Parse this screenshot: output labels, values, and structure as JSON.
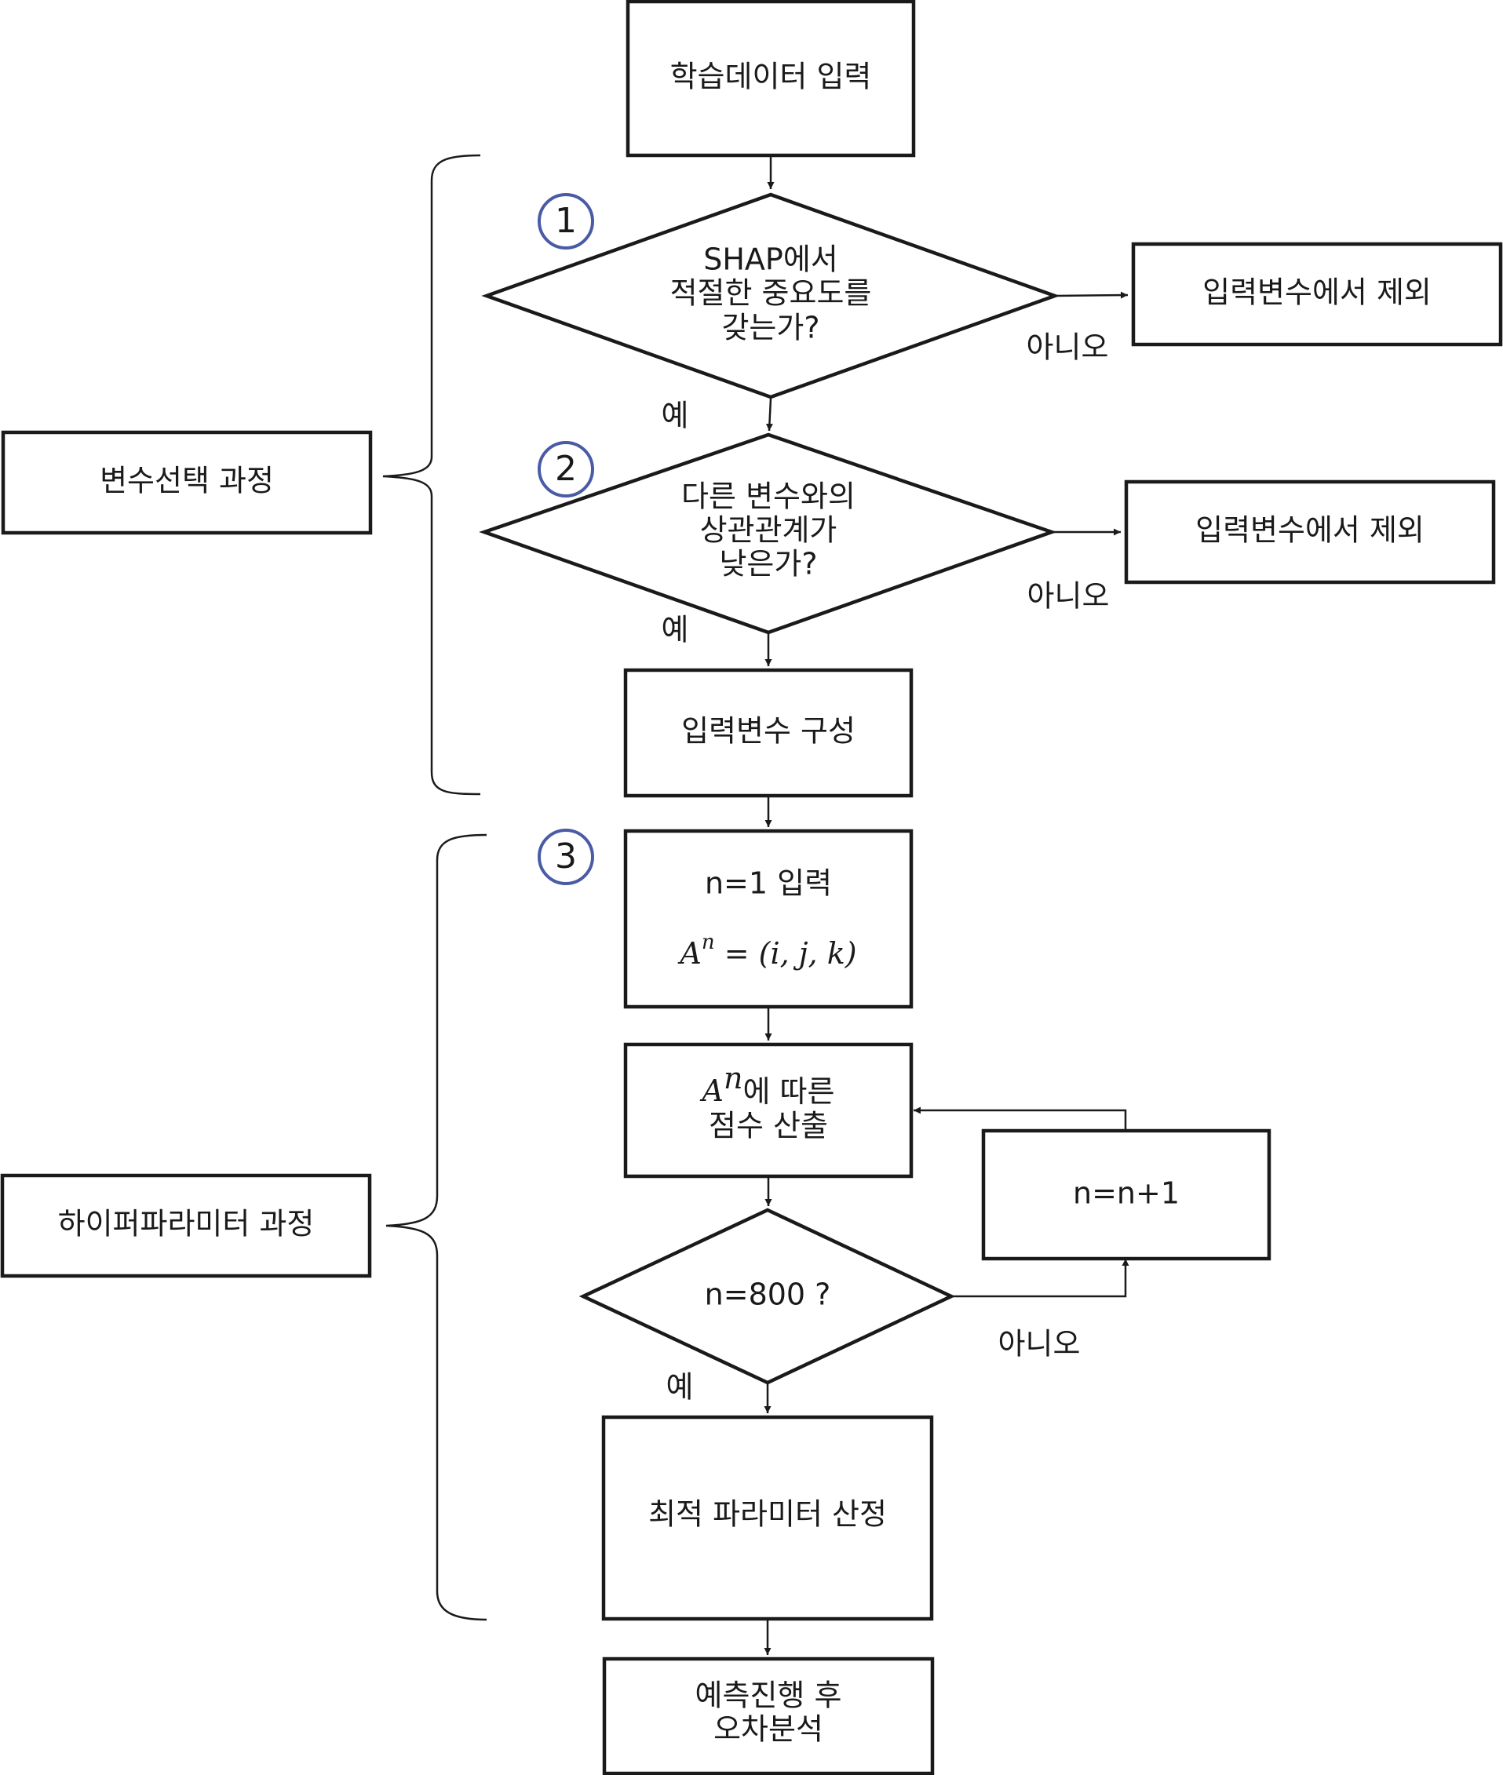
{
  "nodes": {
    "input_data": "학습데이터 입력",
    "shap_check": [
      "SHAP에서",
      "적절한 중요도를",
      "갖는가?"
    ],
    "exclude_1": "입력변수에서 제외",
    "corr_check": [
      "다른 변수와의",
      "상관관계가",
      "낮은가?"
    ],
    "exclude_2": "입력변수에서 제외",
    "compose_inputs": "입력변수 구성",
    "n_init": "n=1 입력",
    "n_init_formula": "A",
    "n_init_formula_sup": "n",
    "n_init_formula_rest": " = (i, j, k)",
    "score_math": "A",
    "score_math_sup": "n",
    "score_line1_rest": "에 따른",
    "score_line2": "점수 산출",
    "n_increment": "n=n+1",
    "n_check": "n=800 ?",
    "optimal": "최적 파라미터 산정",
    "predict": [
      "예측진행 후",
      "오차분석"
    ]
  },
  "groups": {
    "variable_selection": "변수선택 과정",
    "hyperparameter": "하이퍼파라미터 과정"
  },
  "steps": [
    "1",
    "2",
    "3"
  ],
  "edge_labels": {
    "yes": "예",
    "no": "아니오"
  },
  "colors": {
    "stroke": "#1a1a1a",
    "step_circle": "#4a5ba6"
  }
}
